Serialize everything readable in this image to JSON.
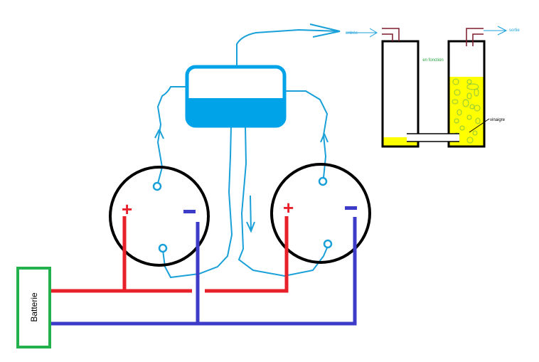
{
  "labels": {
    "battery": "Batterie",
    "inlet": "entrée",
    "outlet": "sortie",
    "status": "en fonction",
    "vinegar": "vinaigre",
    "plus": "+",
    "minus": "−"
  },
  "colors": {
    "positive_wire": "#e8202a",
    "negative_wire": "#3c3cc8",
    "water_line": "#1aa0d8",
    "tank_fill": "#00a2e8",
    "battery": "#22b14c",
    "liquid": "#ffff00",
    "pipe": "#7a1c2a"
  }
}
